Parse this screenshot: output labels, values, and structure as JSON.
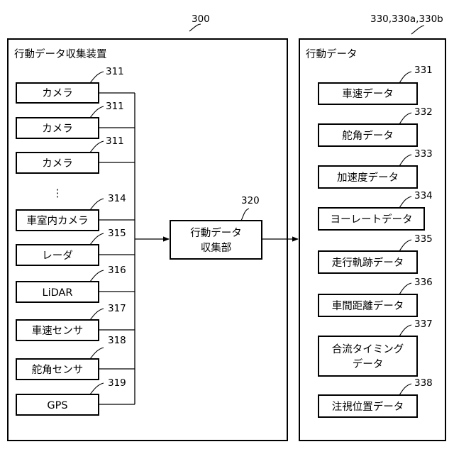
{
  "diagram": {
    "ref_main": "300",
    "ref_data": "330,330a,330b",
    "collector_title": "行動データ収集装置",
    "data_title": "行動データ",
    "sensors": [
      {
        "label": "カメラ",
        "ref": "311"
      },
      {
        "label": "カメラ",
        "ref": "311"
      },
      {
        "label": "カメラ",
        "ref": "311"
      },
      {
        "label": "車室内カメラ",
        "ref": "314"
      },
      {
        "label": "レーダ",
        "ref": "315"
      },
      {
        "label": "LiDAR",
        "ref": "316"
      },
      {
        "label": "車速センサ",
        "ref": "317"
      },
      {
        "label": "舵角センサ",
        "ref": "318"
      },
      {
        "label": "GPS",
        "ref": "319"
      }
    ],
    "ellipsis": "⋮",
    "collector_unit": {
      "lines": [
        "行動データ",
        "収集部"
      ],
      "ref": "320"
    },
    "data_items": [
      {
        "lines": [
          "車速データ"
        ],
        "ref": "331"
      },
      {
        "lines": [
          "舵角データ"
        ],
        "ref": "332"
      },
      {
        "lines": [
          "加速度データ"
        ],
        "ref": "333"
      },
      {
        "lines": [
          "ヨーレートデータ"
        ],
        "ref": "334"
      },
      {
        "lines": [
          "走行軌跡データ"
        ],
        "ref": "335"
      },
      {
        "lines": [
          "車間距離データ"
        ],
        "ref": "336"
      },
      {
        "lines": [
          "合流タイミング",
          "データ"
        ],
        "ref": "337"
      },
      {
        "lines": [
          "注視位置データ"
        ],
        "ref": "338"
      }
    ]
  }
}
